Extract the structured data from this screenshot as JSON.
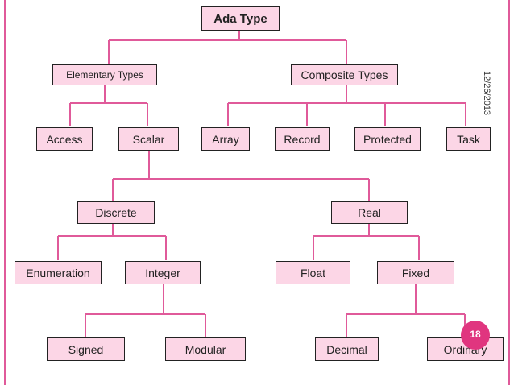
{
  "diagram": {
    "root": "Ada Type",
    "elementary": "Elementary Types",
    "composite": "Composite Types",
    "access": "Access",
    "scalar": "Scalar",
    "array": "Array",
    "record": "Record",
    "protected": "Protected",
    "task": "Task",
    "discrete": "Discrete",
    "real": "Real",
    "enumeration": "Enumeration",
    "integer": "Integer",
    "float": "Float",
    "fixed": "Fixed",
    "signed": "Signed",
    "modular": "Modular",
    "decimal": "Decimal",
    "ordinary": "Ordinary"
  },
  "slide": {
    "date": "12/26/2013",
    "page_number": "18"
  },
  "colors": {
    "box_fill": "#fcd6e6",
    "line": "#e05a9a",
    "accent": "#e0357f"
  }
}
